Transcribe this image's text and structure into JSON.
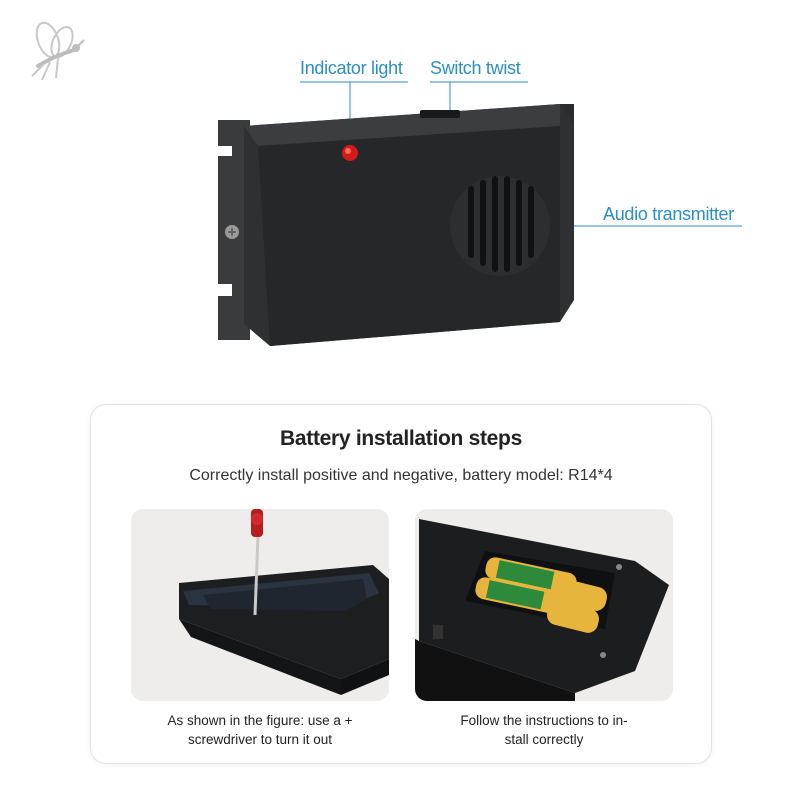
{
  "brand": {
    "logo_icon": "mosquito-logo-icon"
  },
  "product": {
    "callouts": {
      "indicator_light": "Indicator light",
      "switch_twist": "Switch twist",
      "audio_transmitter": "Audio transmitter"
    },
    "accent_color": "#2a8fc4",
    "indicator_color": "#d21a1a"
  },
  "installation": {
    "title": "Battery installation steps",
    "subtitle": "Correctly install positive and negative, battery model: R14*4",
    "steps": [
      {
        "caption_lines": [
          "As shown in the figure: use a +",
          "screwdriver to turn it out"
        ],
        "icon": "screwdriver-photo"
      },
      {
        "caption_lines": [
          "Follow the instructions to in-",
          "stall correctly"
        ],
        "icon": "battery-compartment-photo"
      }
    ]
  }
}
